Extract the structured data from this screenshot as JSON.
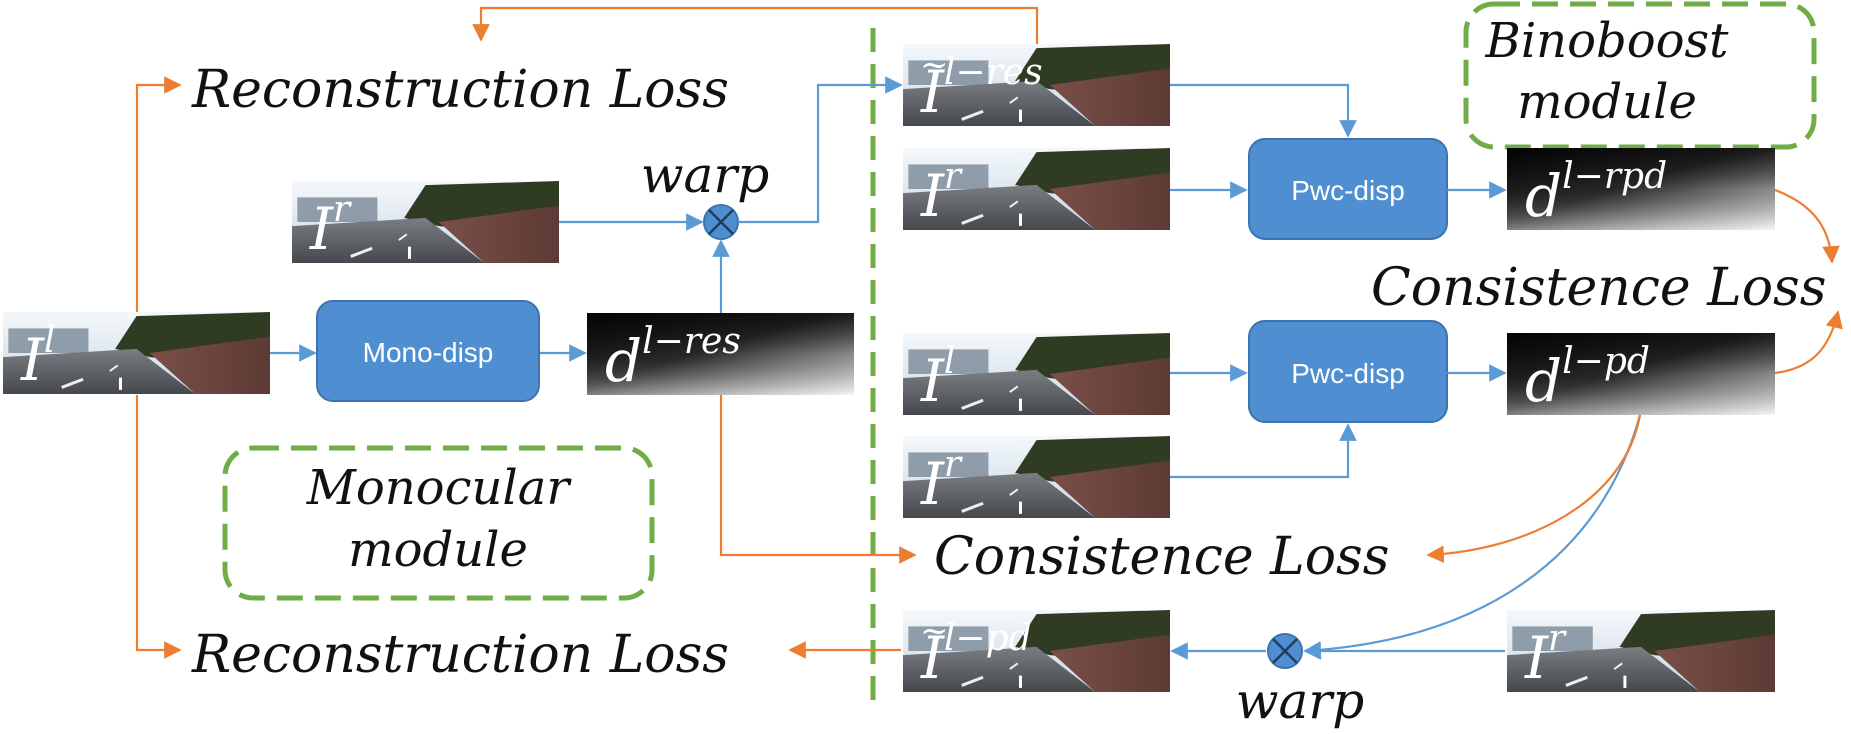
{
  "colors": {
    "blue": "#5b9bd5",
    "box_fill": "#4f8fd1",
    "box_stroke": "#3b73ad",
    "orange": "#ed7d31",
    "green_dash": "#70ad47",
    "road_sky": "#dfe9f1",
    "disp_dark": "#0d0d0d",
    "disp_light": "#e8e8e8"
  },
  "modules": {
    "binoboost": [
      "Binoboost",
      "module"
    ],
    "monocular": [
      "Monocular",
      "module"
    ]
  },
  "boxes": {
    "mono": "Mono-disp",
    "pwc_top": "Pwc-disp",
    "pwc_mid": "Pwc-disp"
  },
  "losses": {
    "recon_top": "Reconstruction Loss",
    "recon_bottom": "Reconstruction Loss",
    "consist_right": "Consistence Loss",
    "consist_mid": "Consistence Loss"
  },
  "warps": {
    "top": "warp",
    "bottom": "warp"
  },
  "images": {
    "il_main": {
      "sym": "I",
      "sup": "l",
      "tilde": false,
      "kind": "road"
    },
    "ir_left": {
      "sym": "I",
      "sup": "r",
      "tilde": false,
      "kind": "road"
    },
    "dlres": {
      "sym": "d",
      "sup": "l−res",
      "tilde": false,
      "kind": "disp"
    },
    "ilres": {
      "sym": "I",
      "sup": "l−res",
      "tilde": true,
      "kind": "road"
    },
    "ir_r1": {
      "sym": "I",
      "sup": "r",
      "tilde": false,
      "kind": "road"
    },
    "dlrpd": {
      "sym": "d",
      "sup": "l−rpd",
      "tilde": false,
      "kind": "disp"
    },
    "il_r": {
      "sym": "I",
      "sup": "l",
      "tilde": false,
      "kind": "road"
    },
    "dlpd": {
      "sym": "d",
      "sup": "l−pd",
      "tilde": false,
      "kind": "disp"
    },
    "ir_r2": {
      "sym": "I",
      "sup": "r",
      "tilde": false,
      "kind": "road"
    },
    "ilpd": {
      "sym": "I",
      "sup": "l−pd",
      "tilde": true,
      "kind": "road"
    },
    "ir_br": {
      "sym": "I",
      "sup": "r",
      "tilde": false,
      "kind": "road"
    }
  }
}
